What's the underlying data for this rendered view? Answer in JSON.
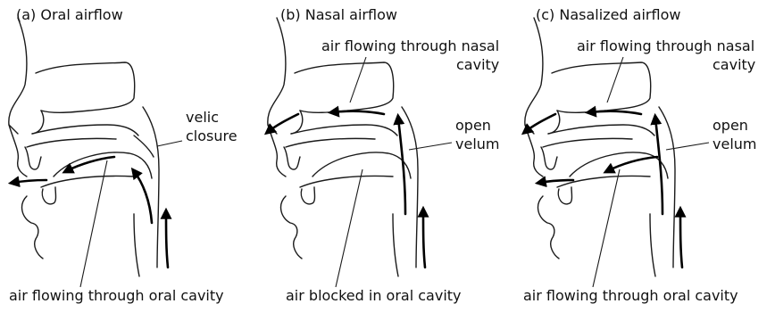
{
  "panels": [
    {
      "title": "(a) Oral airflow",
      "labels": [
        "velic",
        "closure"
      ],
      "bottom_label": "air flowing through oral cavity"
    },
    {
      "title": "(b) Nasal airflow",
      "top_label_1": "air flowing through nasal",
      "top_label_2": "cavity",
      "labels": [
        "open",
        "velum"
      ],
      "bottom_label": "air blocked in oral cavity"
    },
    {
      "title": "(c) Nasalized airflow",
      "top_label_1": "air flowing through nasal",
      "top_label_2": "cavity",
      "labels": [
        "open",
        "velum"
      ],
      "bottom_label": "air flowing through oral cavity"
    }
  ]
}
